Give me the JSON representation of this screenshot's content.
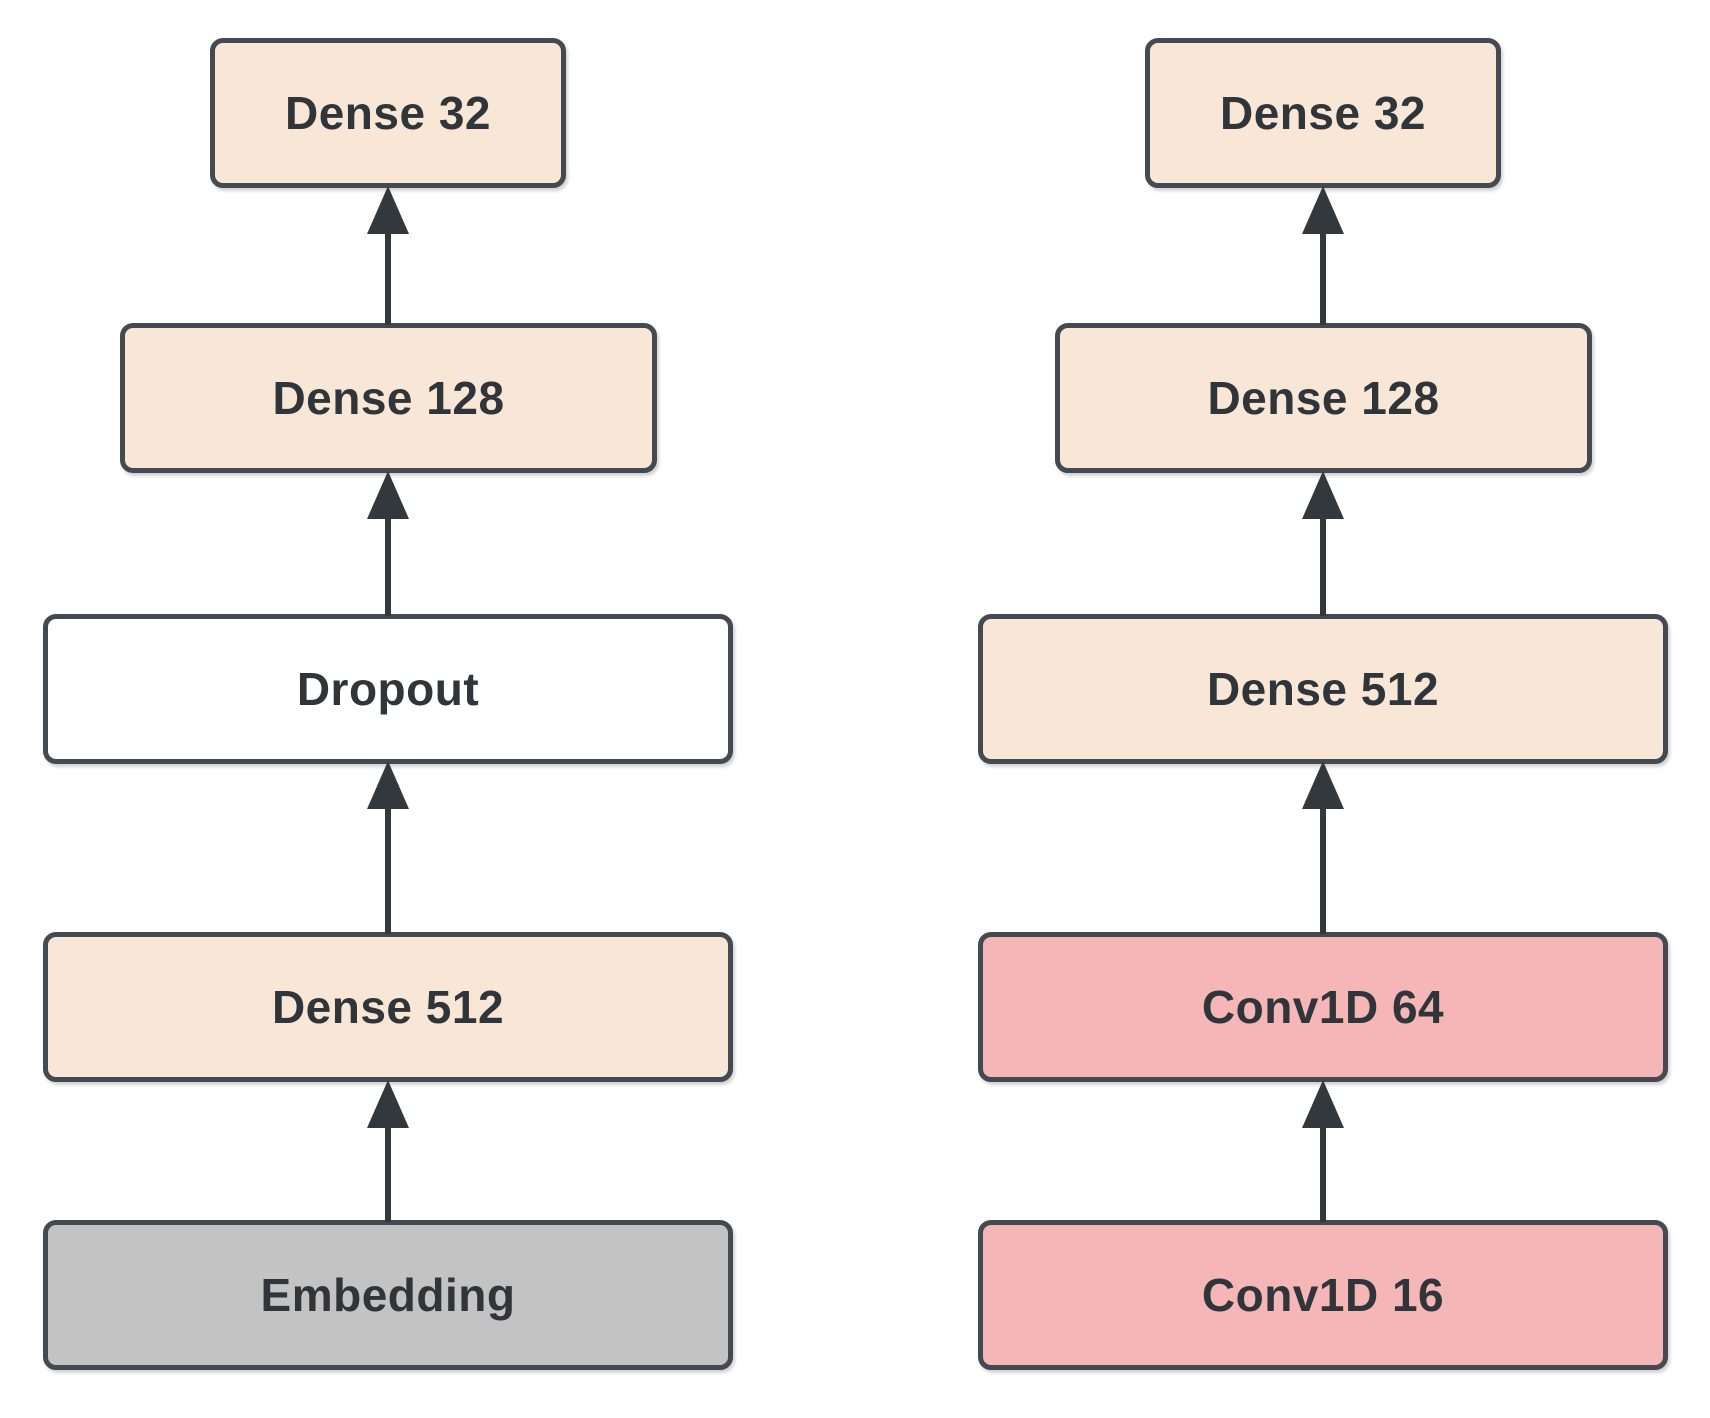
{
  "diagram": {
    "description": "Two neural network layer stacks with upward arrows between consecutive layers",
    "background": "#ffffff",
    "columns": [
      {
        "name": "left-model",
        "nodes_top_to_bottom": [
          {
            "label": "Dense 32",
            "fill": "peach"
          },
          {
            "label": "Dense 128",
            "fill": "peach"
          },
          {
            "label": "Dropout",
            "fill": "white"
          },
          {
            "label": "Dense 512",
            "fill": "peach"
          },
          {
            "label": "Embedding",
            "fill": "gray"
          }
        ],
        "arrow_count": 4,
        "arrow_direction": "up"
      },
      {
        "name": "right-model",
        "nodes_top_to_bottom": [
          {
            "label": "Dense 32",
            "fill": "peach"
          },
          {
            "label": "Dense 128",
            "fill": "peach"
          },
          {
            "label": "Dense 512",
            "fill": "peach"
          },
          {
            "label": "Conv1D 64",
            "fill": "pink"
          },
          {
            "label": "Conv1D 16",
            "fill": "pink"
          }
        ],
        "arrow_count": 4,
        "arrow_direction": "up"
      }
    ],
    "colors": {
      "peach": "#f8e7d6",
      "pink": "#f4b6b6",
      "gray": "#c3c3c3",
      "white": "#ffffff",
      "border": "#444a52",
      "arrow": "#33383d",
      "text": "#30353a"
    }
  }
}
